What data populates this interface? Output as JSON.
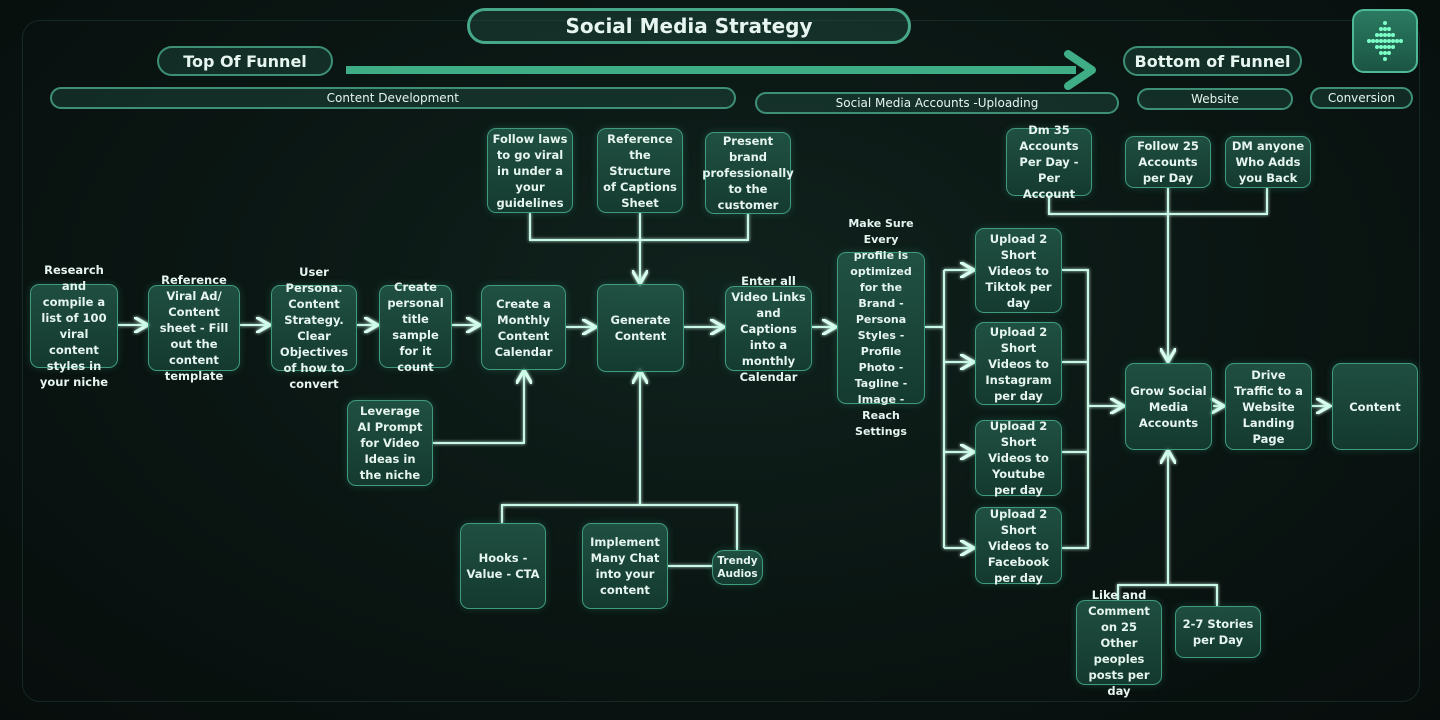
{
  "title": "Social Media Strategy",
  "stages": {
    "top": "Top Of Funnel",
    "bottom": "Bottom of Funnel"
  },
  "phases": {
    "content_development": "Content Development",
    "uploading": "Social Media Accounts -Uploading",
    "website": "Website",
    "conversion": "Conversion"
  },
  "logo_icon": "dot-grid-arrow-icon",
  "colors": {
    "accent": "#3fae87",
    "line": "#bff5e0",
    "box": "#1e5a48",
    "background": "#0a1412"
  },
  "nodes": {
    "research": "Research and compile a list of 100 viral content styles in your niche",
    "reference_viral": "Reference Viral Ad/ Content sheet - Fill out the content template",
    "user_persona": "User Persona. Content Strategy. Clear Objectives of how to convert",
    "create_persona": "Create personal title sample for it count",
    "monthly_calendar": "Create a Monthly Content Calendar",
    "generate": "Generate Content",
    "enter_links": "Enter all Video Links and Captions into a monthly Calendar",
    "optimize_profile": "Make Sure Every profile is optimized for the Brand - Persona Styles - Profile Photo - Tagline - Image - Reach Settings",
    "follow_laws": "Follow laws to go viral in under a your guidelines",
    "reference_captions": "Reference the Structure of Captions Sheet",
    "present_brand": "Present brand professionally to the customer",
    "leverage_ai": "Leverage AI Prompt for Video Ideas in the niche",
    "hooks": "Hooks - Value - CTA",
    "many_chat": "Implement Many Chat into your content",
    "trendy_audio": "Trendy Audios",
    "tiktok": "Upload 2 Short Videos to Tiktok per day",
    "instagram": "Upload 2 Short Videos to Instagram per day",
    "youtube": "Upload 2 Short Videos to Youtube per day",
    "facebook": "Upload 2 Short Videos to Facebook per day",
    "dm_accounts": "Dm 35 Accounts Per Day - Per Account",
    "follow_25": "Follow 25 Accounts per Day",
    "dm_anyone": "DM anyone Who Adds you Back",
    "grow": "Grow Social Media Accounts",
    "drive_traffic": "Drive Traffic to a Website Landing Page",
    "content_end": "Content",
    "like_comment": "Like and Comment on 25 Other peoples posts per day",
    "stories": "2-7 Stories per Day"
  }
}
